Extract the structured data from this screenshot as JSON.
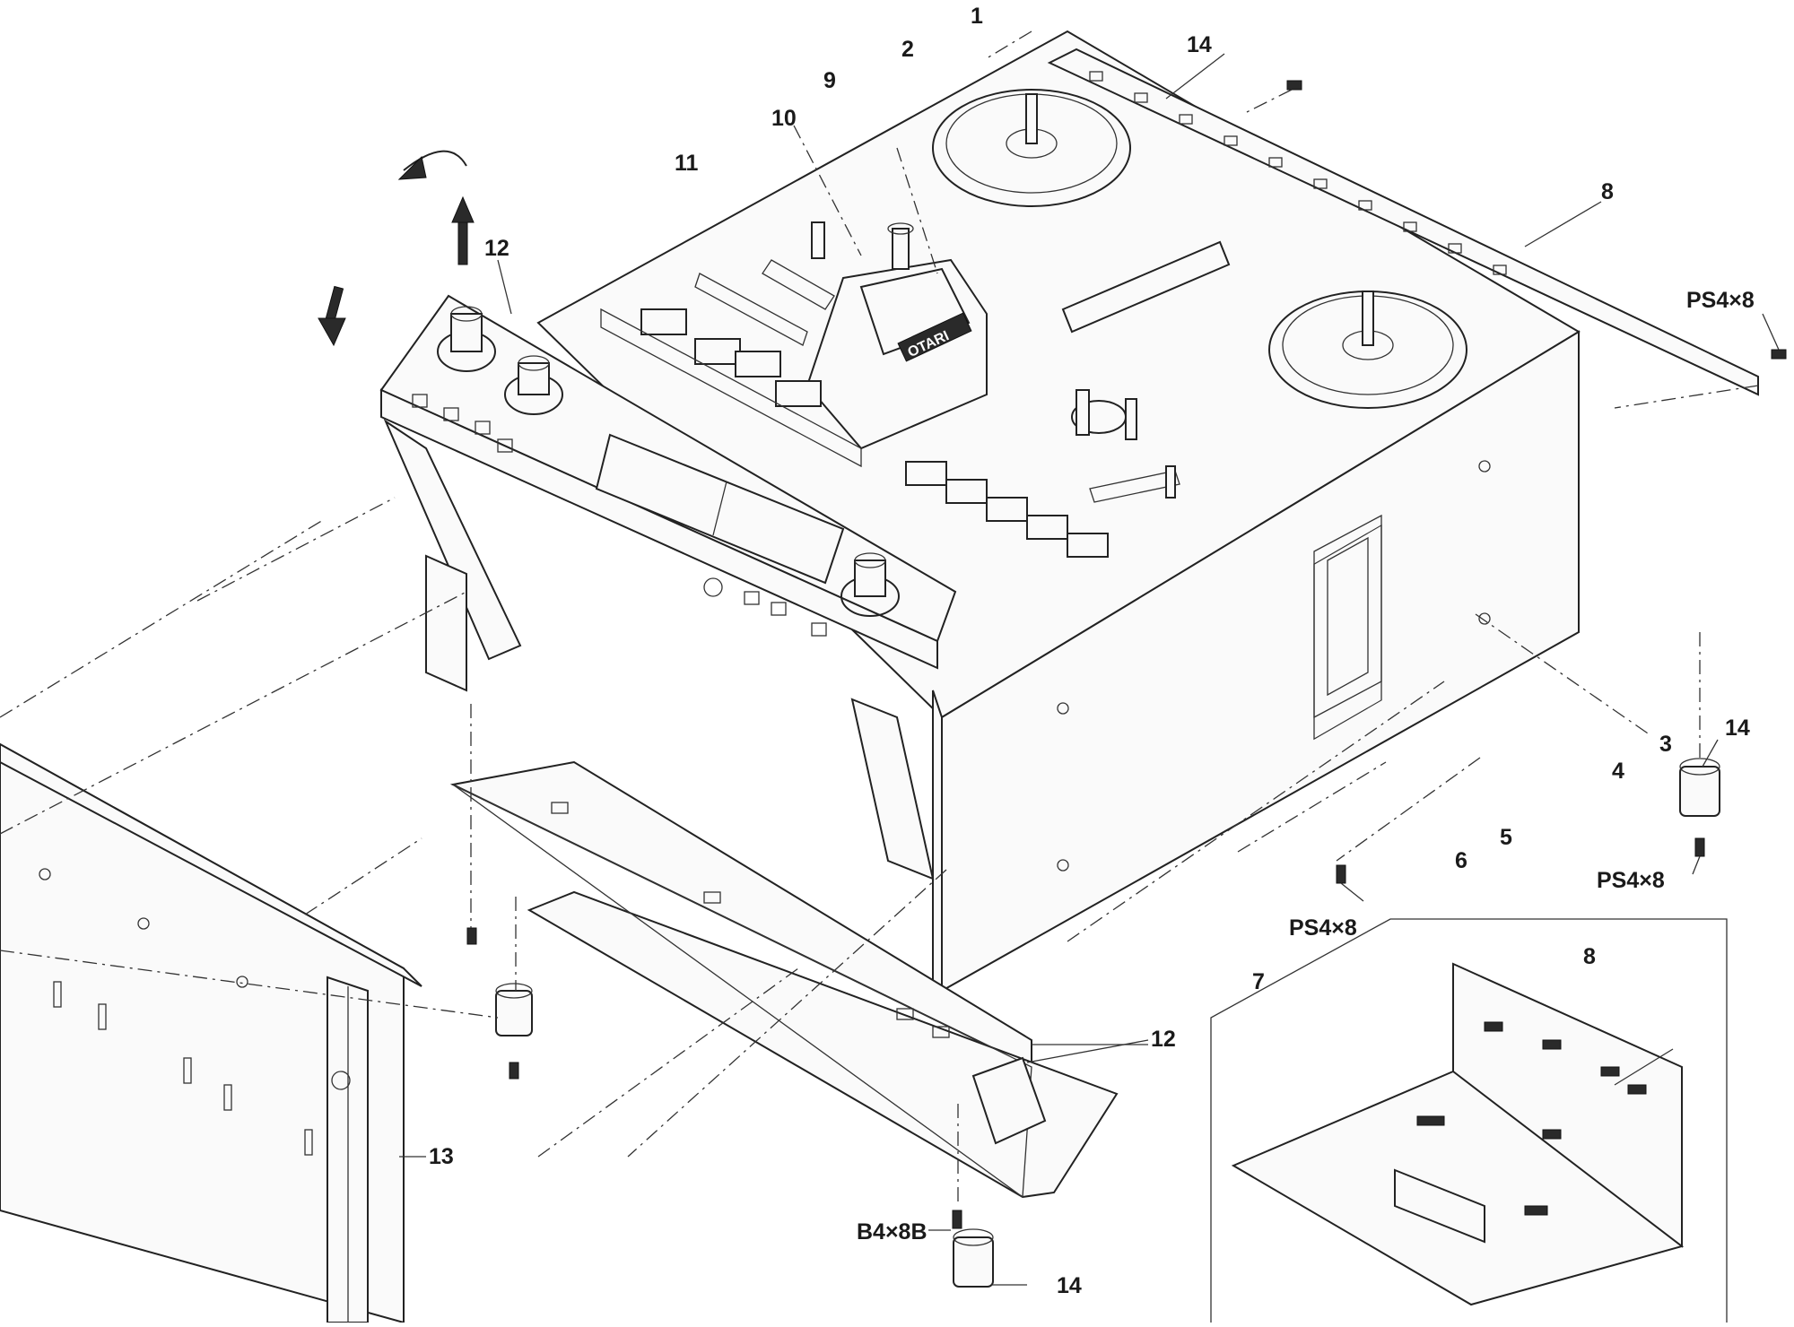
{
  "labels": {
    "n1": "1",
    "n2": "2",
    "n3": "3",
    "n4": "4",
    "n5": "5",
    "n6": "6",
    "n7": "7",
    "n8_top": "8",
    "n8_inset": "8",
    "n9": "9",
    "n10": "10",
    "n11": "11",
    "n12_top": "12",
    "n12_bottom": "12",
    "n13": "13",
    "n14_top": "14",
    "n14_right": "14",
    "n14_bottom": "14",
    "ps_top": "PS4×8",
    "ps_right": "PS4×8",
    "ps_center": "PS4×8",
    "b4": "B4×8B"
  },
  "logo": "OTARI"
}
